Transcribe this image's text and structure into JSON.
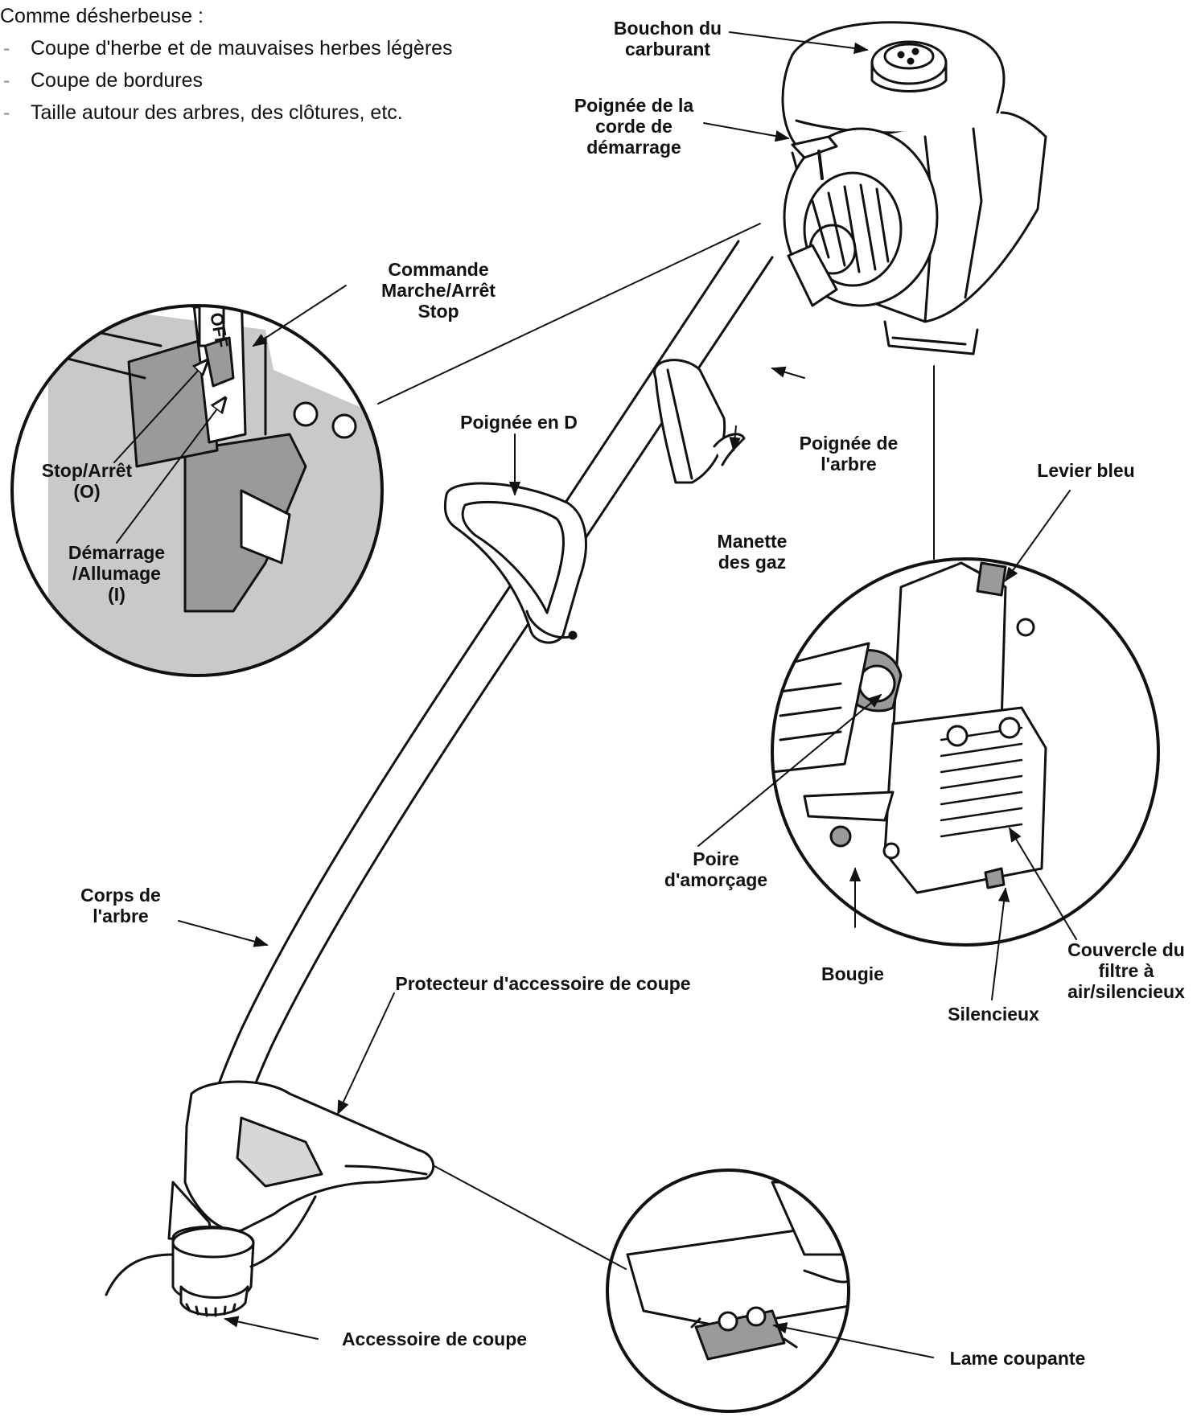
{
  "intro": {
    "heading": "Comme désherbeuse :",
    "items": [
      "Coupe d'herbe et de mauvaises herbes légères",
      "Coupe de bordures",
      "Taille autour des arbres, des clôtures, etc."
    ]
  },
  "labels": {
    "fuel_cap": [
      "Bouchon du",
      "carburant"
    ],
    "starter_handle": [
      "Poignée de la",
      "corde de",
      "démarrage"
    ],
    "on_off_switch": [
      "Commande",
      "Marche/Arrêt",
      "Stop"
    ],
    "stop_off": [
      "Stop/Arrêt",
      "(O)"
    ],
    "start_on": [
      "Démarrage",
      "/Allumage",
      "(I)"
    ],
    "d_handle": [
      "Poignée en D"
    ],
    "shaft_handle": [
      "Poignée de",
      "l'arbre"
    ],
    "throttle": [
      "Manette",
      "des gaz"
    ],
    "blue_lever": [
      "Levier bleu"
    ],
    "primer_bulb": [
      "Poire",
      "d'amorçage"
    ],
    "spark_plug": [
      "Bougie"
    ],
    "air_filter_cover": [
      "Couvercle du",
      "filtre à",
      "air/silencieux"
    ],
    "muffler": [
      "Silencieux"
    ],
    "shaft_body": [
      "Corps de",
      "l'arbre"
    ],
    "guard": [
      "Protecteur d'accessoire de coupe"
    ],
    "cutting_attachment": [
      "Accessoire de coupe"
    ],
    "cutting_blade": [
      "Lame coupante"
    ]
  },
  "switch_text": "OFF",
  "colors": {
    "ink": "#111111",
    "shade": "#9a9a9a",
    "light_shade": "#c9c9c9"
  }
}
